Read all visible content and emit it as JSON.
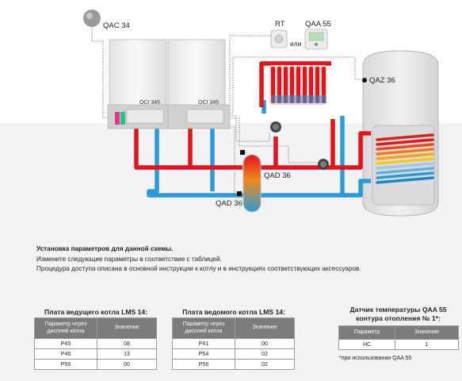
{
  "diagram": {
    "labels": {
      "qac": "QAC 34",
      "rt": "RT",
      "qaa": "QAA 55",
      "or": "или",
      "qaz": "QAZ 36",
      "qad_upper": "QAD 36",
      "qad_lower": "QAD 36",
      "boiler1": "OCI 345",
      "boiler2": "OCI 345"
    },
    "colors": {
      "hot": "#e2141c",
      "cold": "#2a9bd7",
      "tank": "#e8e8ea",
      "boiler": "#f4f4f4"
    }
  },
  "instructions": {
    "title": "Установка параметров для данной схемы.",
    "line1": "Измените следующие параметры в соответствие с таблицей.",
    "line2": "Процедура доступа описана в основной инструкции к котлу и в инструкциях соответствующих аксессуаров."
  },
  "tables": {
    "master": {
      "title": "Плата ведущего котла LMS 14:",
      "col1": "Параметр через дисплей котла",
      "col2": "Значение",
      "rows": [
        {
          "param": "P45",
          "value": "08"
        },
        {
          "param": "P46",
          "value": "13"
        },
        {
          "param": "P56",
          "value": "00"
        }
      ]
    },
    "slave": {
      "title": "Плата ведомого котла LMS 14:",
      "col1": "Параметр через дисплей котла",
      "col2": "Значение",
      "rows": [
        {
          "param": "P41",
          "value": "00"
        },
        {
          "param": "P54",
          "value": "02"
        },
        {
          "param": "P56",
          "value": "02"
        }
      ]
    },
    "sensor": {
      "title_line1": "Датчик температуры QAA 55",
      "title_line2": "контура отопления № 1*:",
      "col1": "Параметр",
      "col2": "Значение",
      "rows": [
        {
          "param": "HC",
          "value": "1"
        }
      ],
      "footnote": "*при использовании QAA 55"
    }
  }
}
